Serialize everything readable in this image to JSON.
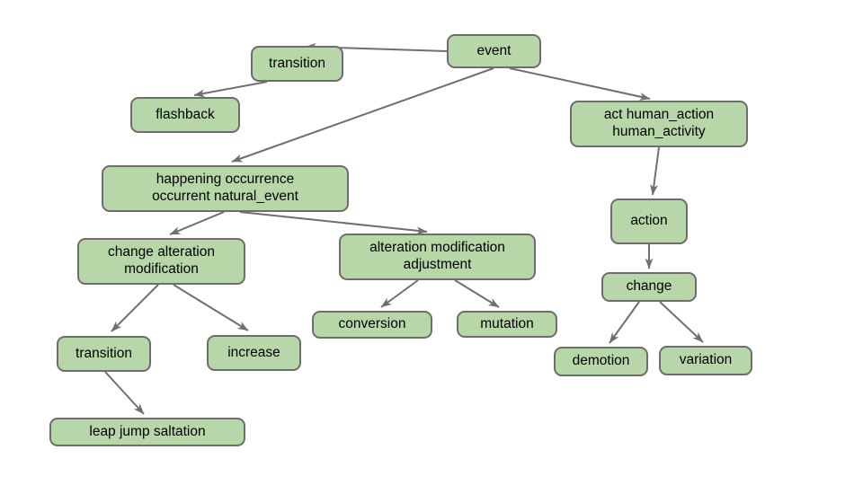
{
  "style": {
    "background": "#ffffff",
    "node_fill": "#b7d7a9",
    "node_border": "#6d6d6d",
    "edge_color": "#6f6f6f",
    "text_color": "#000000"
  },
  "graph": {
    "nodes": [
      {
        "id": "event",
        "label": "event"
      },
      {
        "id": "transition-top",
        "label": "transition"
      },
      {
        "id": "flashback",
        "label": "flashback"
      },
      {
        "id": "act",
        "label": "act human_action\nhuman_activity"
      },
      {
        "id": "happening",
        "label": "happening occurrence\noccurrent natural_event"
      },
      {
        "id": "change-alteration",
        "label": "change alteration\nmodification"
      },
      {
        "id": "alteration-adjustment",
        "label": "alteration modification\nadjustment"
      },
      {
        "id": "conversion",
        "label": "conversion"
      },
      {
        "id": "mutation",
        "label": "mutation"
      },
      {
        "id": "action",
        "label": "action"
      },
      {
        "id": "change",
        "label": "change"
      },
      {
        "id": "transition-bottom",
        "label": "transition"
      },
      {
        "id": "increase",
        "label": "increase"
      },
      {
        "id": "leap-jump-saltation",
        "label": "leap jump saltation"
      },
      {
        "id": "demotion",
        "label": "demotion"
      },
      {
        "id": "variation",
        "label": "variation"
      }
    ],
    "edges": [
      {
        "from": "event",
        "to": "transition-top"
      },
      {
        "from": "transition-top",
        "to": "flashback"
      },
      {
        "from": "event",
        "to": "happening"
      },
      {
        "from": "event",
        "to": "act"
      },
      {
        "from": "happening",
        "to": "change-alteration"
      },
      {
        "from": "happening",
        "to": "alteration-adjustment"
      },
      {
        "from": "alteration-adjustment",
        "to": "conversion"
      },
      {
        "from": "alteration-adjustment",
        "to": "mutation"
      },
      {
        "from": "change-alteration",
        "to": "transition-bottom"
      },
      {
        "from": "change-alteration",
        "to": "increase"
      },
      {
        "from": "transition-bottom",
        "to": "leap-jump-saltation"
      },
      {
        "from": "act",
        "to": "action"
      },
      {
        "from": "action",
        "to": "change"
      },
      {
        "from": "change",
        "to": "demotion"
      },
      {
        "from": "change",
        "to": "variation"
      }
    ]
  }
}
